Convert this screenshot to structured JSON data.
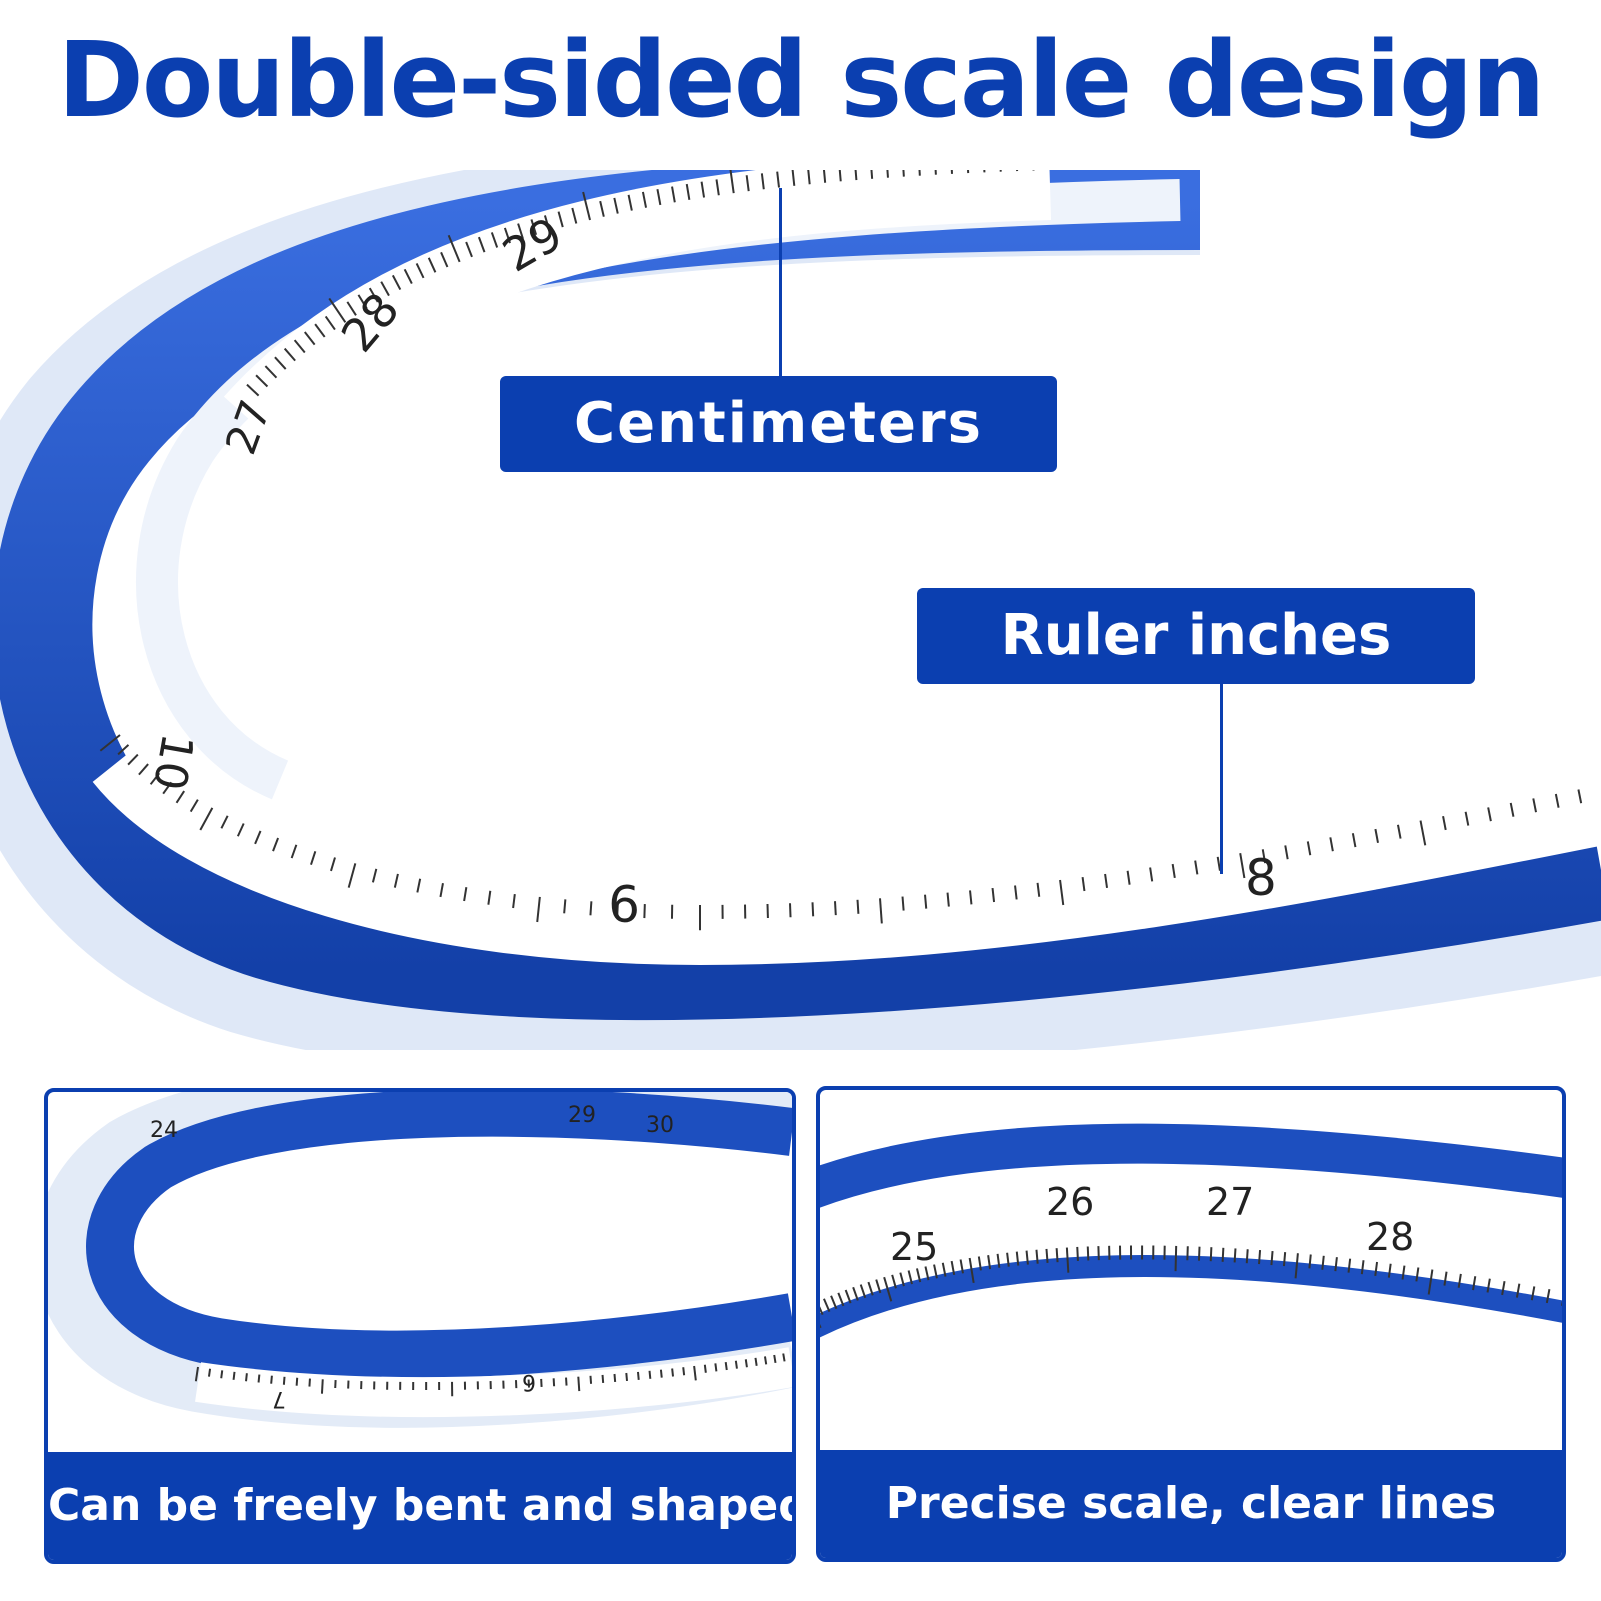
{
  "headline": "Double-sided scale design",
  "callouts": {
    "centimeters": "Centimeters",
    "inches": "Ruler inches"
  },
  "hero": {
    "cm_labels": [
      "27",
      "28",
      "29"
    ],
    "inch_labels": [
      "10",
      "9",
      "8"
    ]
  },
  "panels": [
    {
      "caption": "Can be freely bent and shaped",
      "cm_labels": [
        "24",
        "29",
        "30"
      ],
      "inch_labels": [
        "7",
        "6"
      ]
    },
    {
      "caption": "Precise scale, clear lines",
      "cm_labels": [
        "25",
        "26",
        "27",
        "28"
      ]
    }
  ],
  "colors": {
    "brand_blue": "#0b3fb0",
    "ruler_blue": "#1d4fbf",
    "scale_white": "#ffffff"
  }
}
